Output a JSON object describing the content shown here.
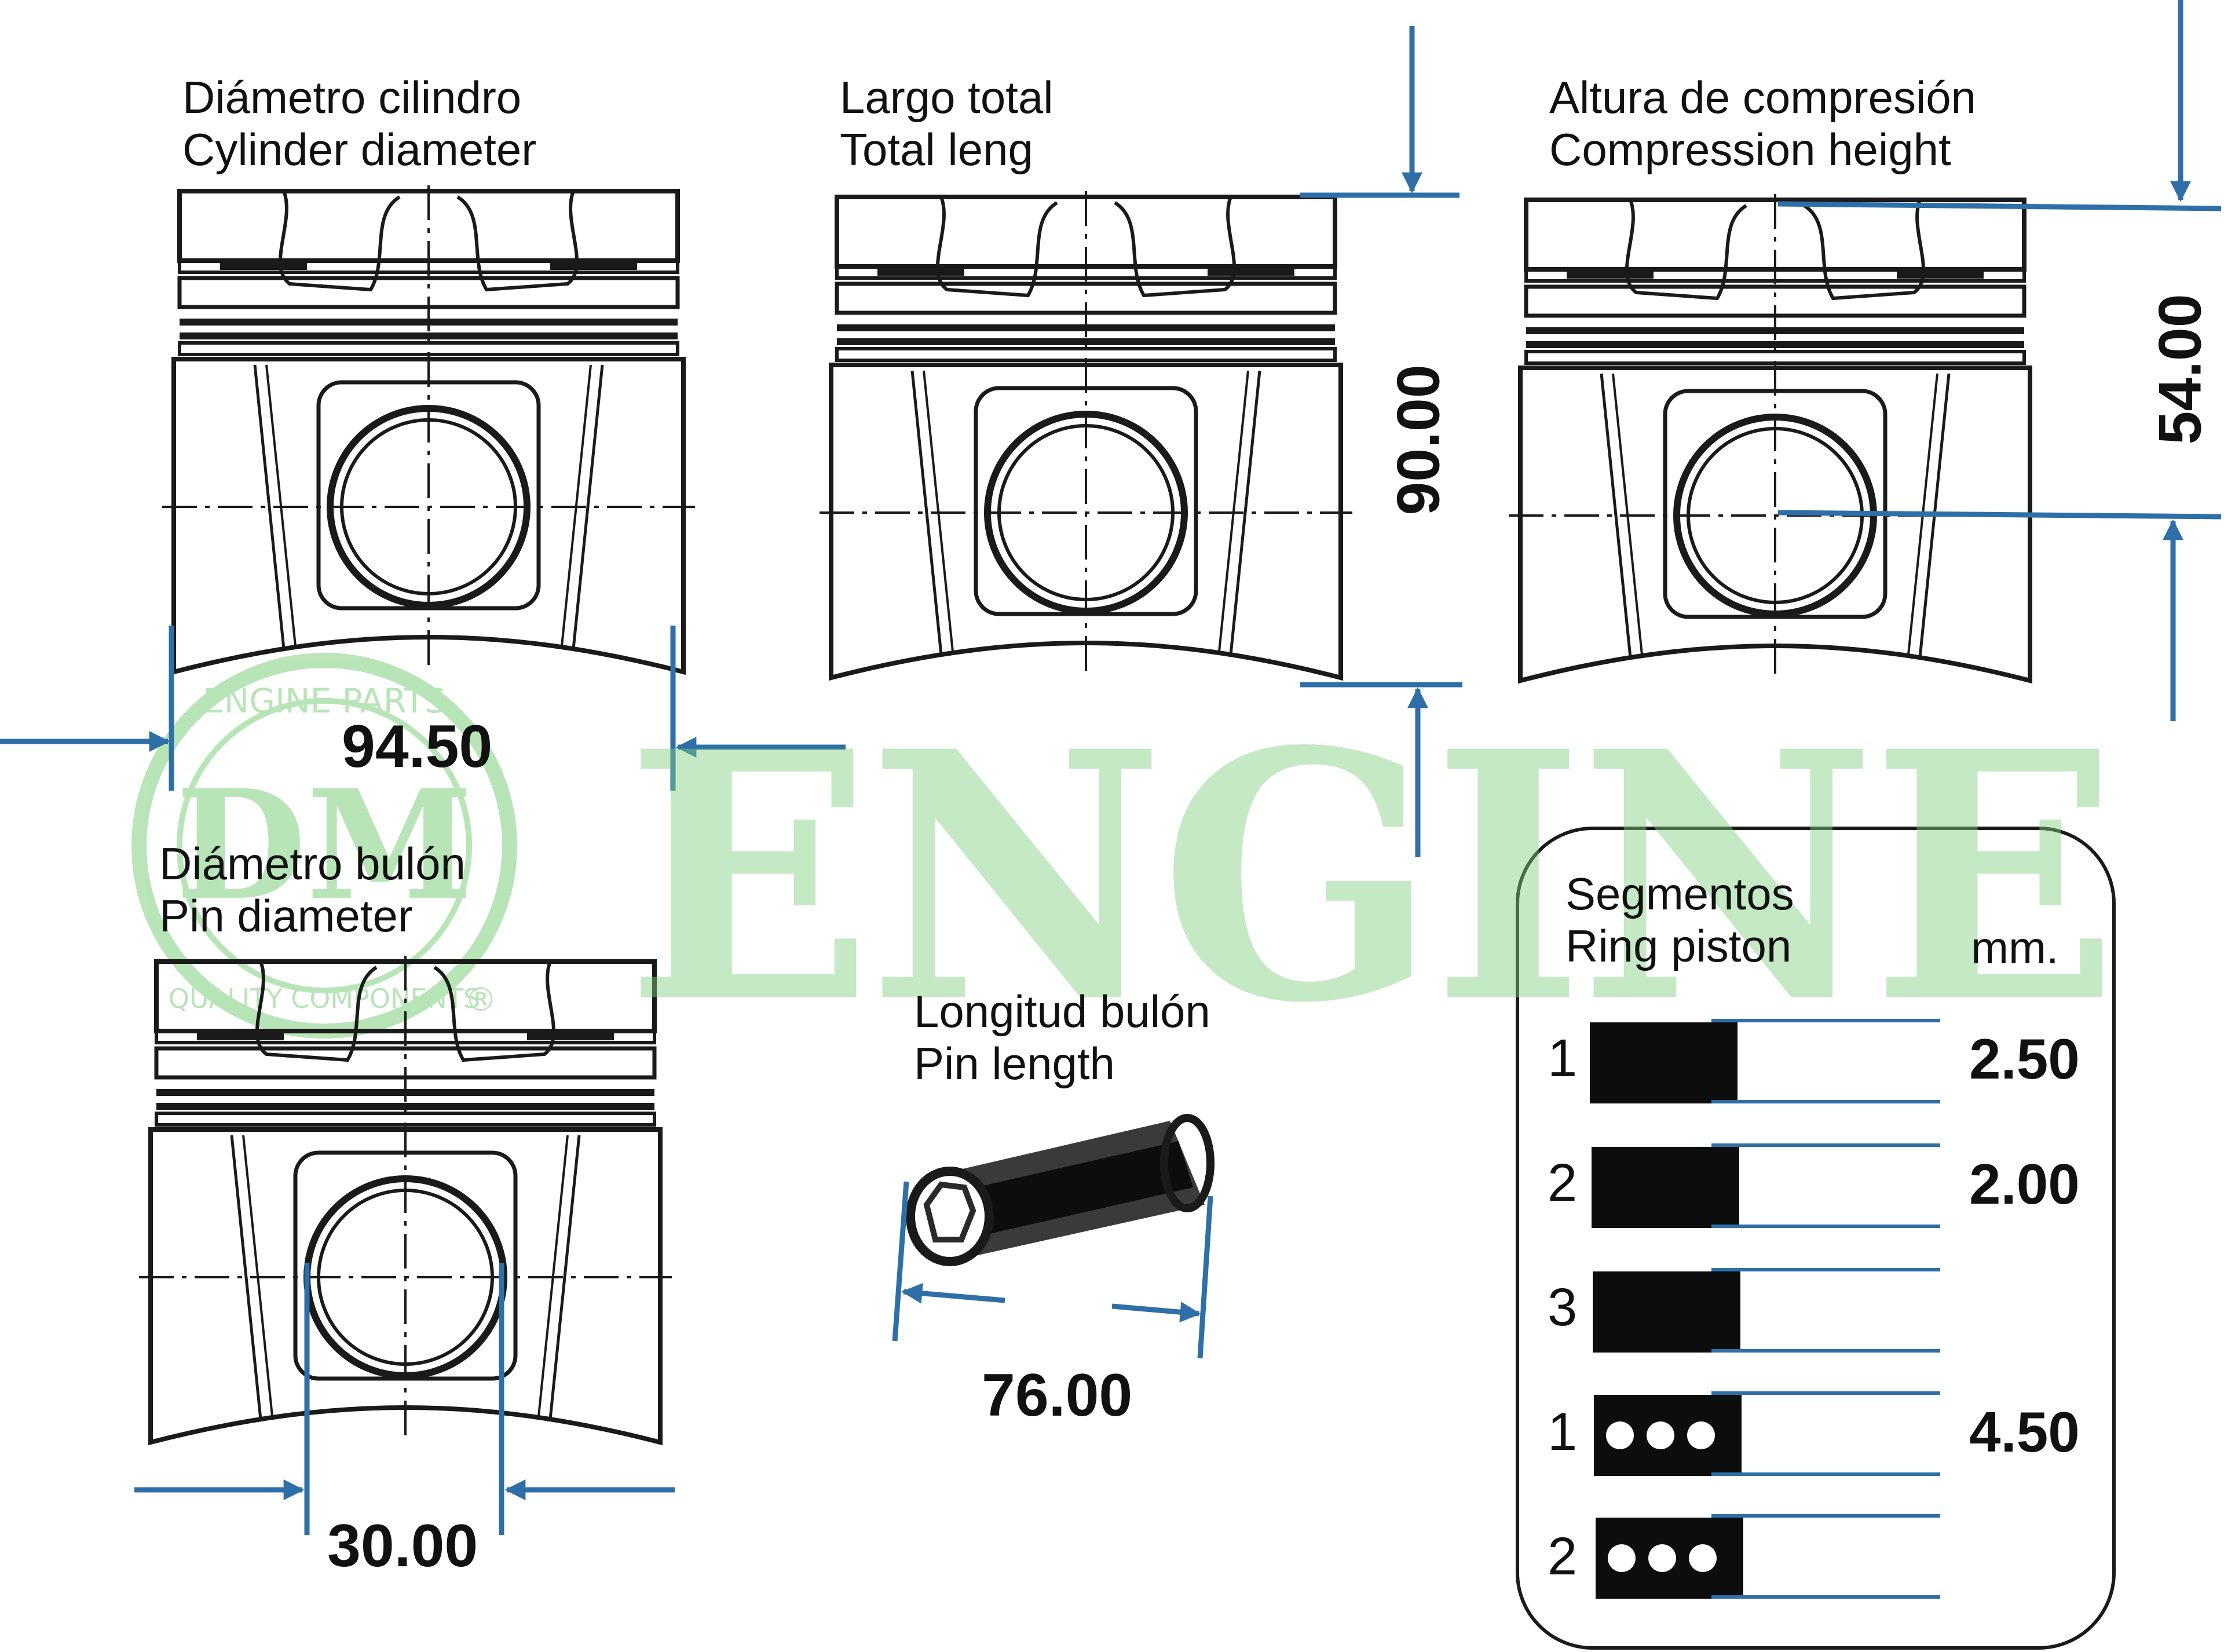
{
  "panels": {
    "cylinder": {
      "label_es": "Diámetro cilindro",
      "label_en": "Cylinder diameter",
      "value": "94.50"
    },
    "total_length": {
      "label_es": "Largo total",
      "label_en": "Total leng",
      "value": "90.00"
    },
    "compression": {
      "label_es": "Altura de compresión",
      "label_en": "Compression height",
      "value": "54.00"
    },
    "pin_diameter": {
      "label_es": "Diámetro bulón",
      "label_en": "Pin diameter",
      "value": "30.00"
    },
    "pin_length": {
      "label_es": "Longitud bulón",
      "label_en": "Pin length",
      "value": "76.00"
    }
  },
  "rings": {
    "title_es": "Segmentos",
    "title_en": "Ring piston",
    "unit": "mm.",
    "items": [
      {
        "num": "1",
        "type": "solid",
        "value": "2.50"
      },
      {
        "num": "2",
        "type": "solid",
        "value": "2.00"
      },
      {
        "num": "3",
        "type": "solid",
        "value": ""
      },
      {
        "num": "1",
        "type": "oil",
        "value": "4.50"
      },
      {
        "num": "2",
        "type": "oil",
        "value": ""
      }
    ]
  },
  "watermark": {
    "text": "ENGINE PARTS",
    "logo_text": "DM",
    "logo_ring_top": "ENGINE PARTS",
    "logo_ring_bottom": "QUALITY COMPONENTS",
    "registered": "®"
  },
  "colors": {
    "arrow": "#2e6fa8",
    "line": "#1a1a1a",
    "watermark": "#7fd07f"
  }
}
